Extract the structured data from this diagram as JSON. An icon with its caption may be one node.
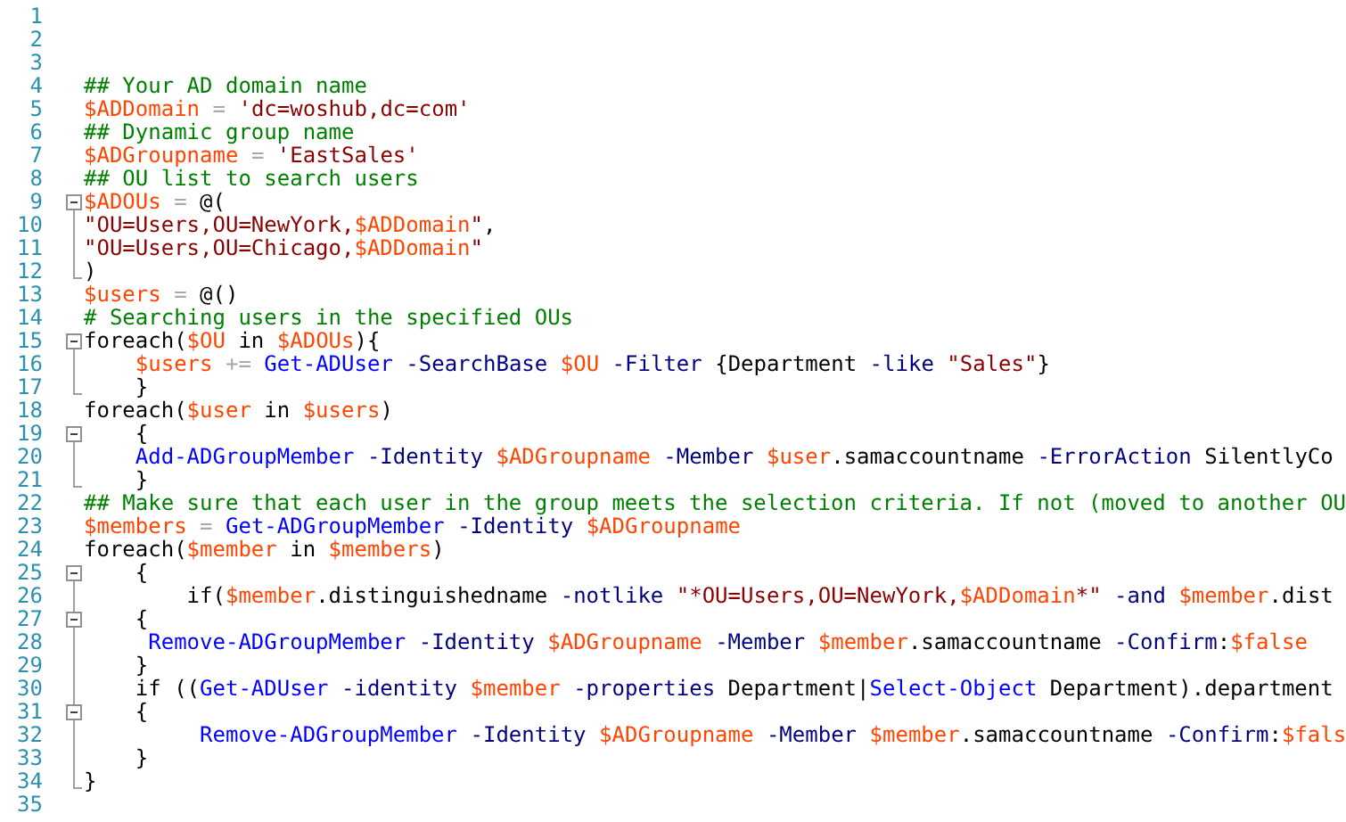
{
  "diagram": {
    "labels": [
      "1",
      "2",
      "3",
      "4",
      "## Your AD domain name",
      "5",
      "$ADDomain = 'dc=woshub,dc=com'",
      "6",
      "## Dynamic group name",
      "7",
      "$ADGroupname = 'EastSales'",
      "8",
      "## OU list to search users",
      "9",
      "$ADOUs = @(",
      "10",
      "\"OU=Users,OU=NewYork,$ADDomain\",",
      "11",
      "\"OU=Users,OU=Chicago,$ADDomain\"",
      "12",
      ")",
      "13",
      "$users = @()",
      "14",
      "# Searching users in the specified OUs",
      "15",
      "foreach($OU in $ADOUs){",
      "16",
      "$users += Get-ADUser -SearchBase $OU -Filter {Department -like \"Sales\"}",
      "17",
      "}",
      "18",
      "foreach($user in $users)",
      "19",
      "{",
      "20",
      "Add-ADGroupMember -Identity $ADGroupname -Member $user.samaccountname -ErrorAction SilentlyCo",
      "21",
      "}",
      "22",
      "## Make sure that each user in the group meets the selection criteria. If not (moved to another OU",
      "23",
      "$members = Get-ADGroupMember -Identity $ADGroupname",
      "24",
      "foreach($member in $members)",
      "25",
      "{",
      "26",
      "if($member.distinguishedname -notlike \"*OU=Users,OU=NewYork,$ADDomain*\" -and $member.dist",
      "27",
      "{",
      "28",
      "Remove-ADGroupMember -Identity $ADGroupname -Member $member.samaccountname -Confirm:$false",
      "29",
      "}",
      "30",
      "if ((Get-ADUser -identity $member -properties Department|Select-Object Department).department",
      "31",
      "{",
      "32",
      "Remove-ADGroupMember -Identity $ADGroupname -Member $member.samaccountname -Confirm:$fals",
      "33",
      "}",
      "34",
      "}",
      "35"
    ]
  }
}
